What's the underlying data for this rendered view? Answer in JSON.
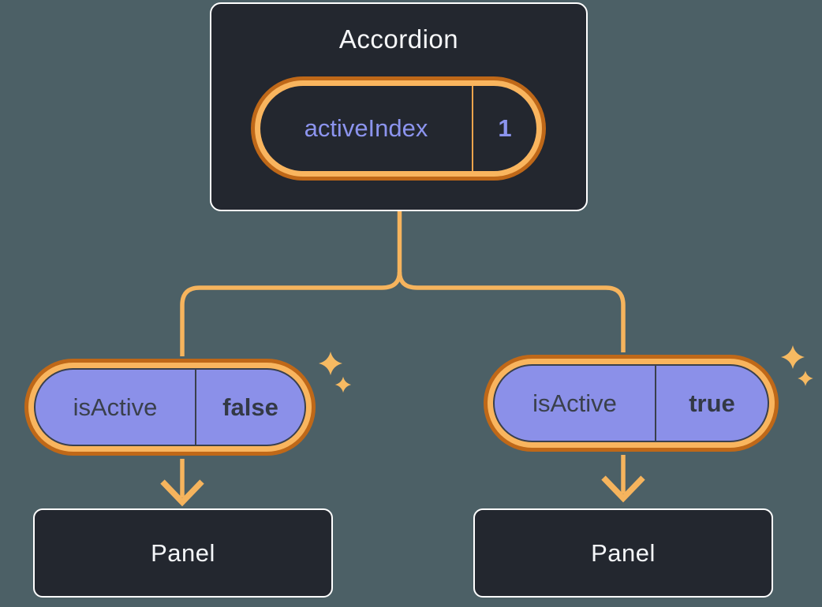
{
  "diagram": {
    "root": {
      "title": "Accordion",
      "state": {
        "name": "activeIndex",
        "value": "1"
      }
    },
    "children": [
      {
        "prop_name": "isActive",
        "prop_value": "false",
        "panel_label": "Panel"
      },
      {
        "prop_name": "isActive",
        "prop_value": "true",
        "panel_label": "Panel"
      }
    ]
  },
  "colors": {
    "background": "#4C6066",
    "box_fill": "#23272F",
    "box_border": "#FFFFFF",
    "ring_outer_orange": "#BF6818",
    "ring_inner_orange": "#F9B55E",
    "connector_orange": "#F6B45D",
    "sparkle_orange": "#F7BA62",
    "prop_pill_fill": "#8B90E9",
    "state_text_purple": "#8C94EE",
    "prop_text_dark": "#3A404C",
    "panel_text": "#F5F7FA"
  }
}
